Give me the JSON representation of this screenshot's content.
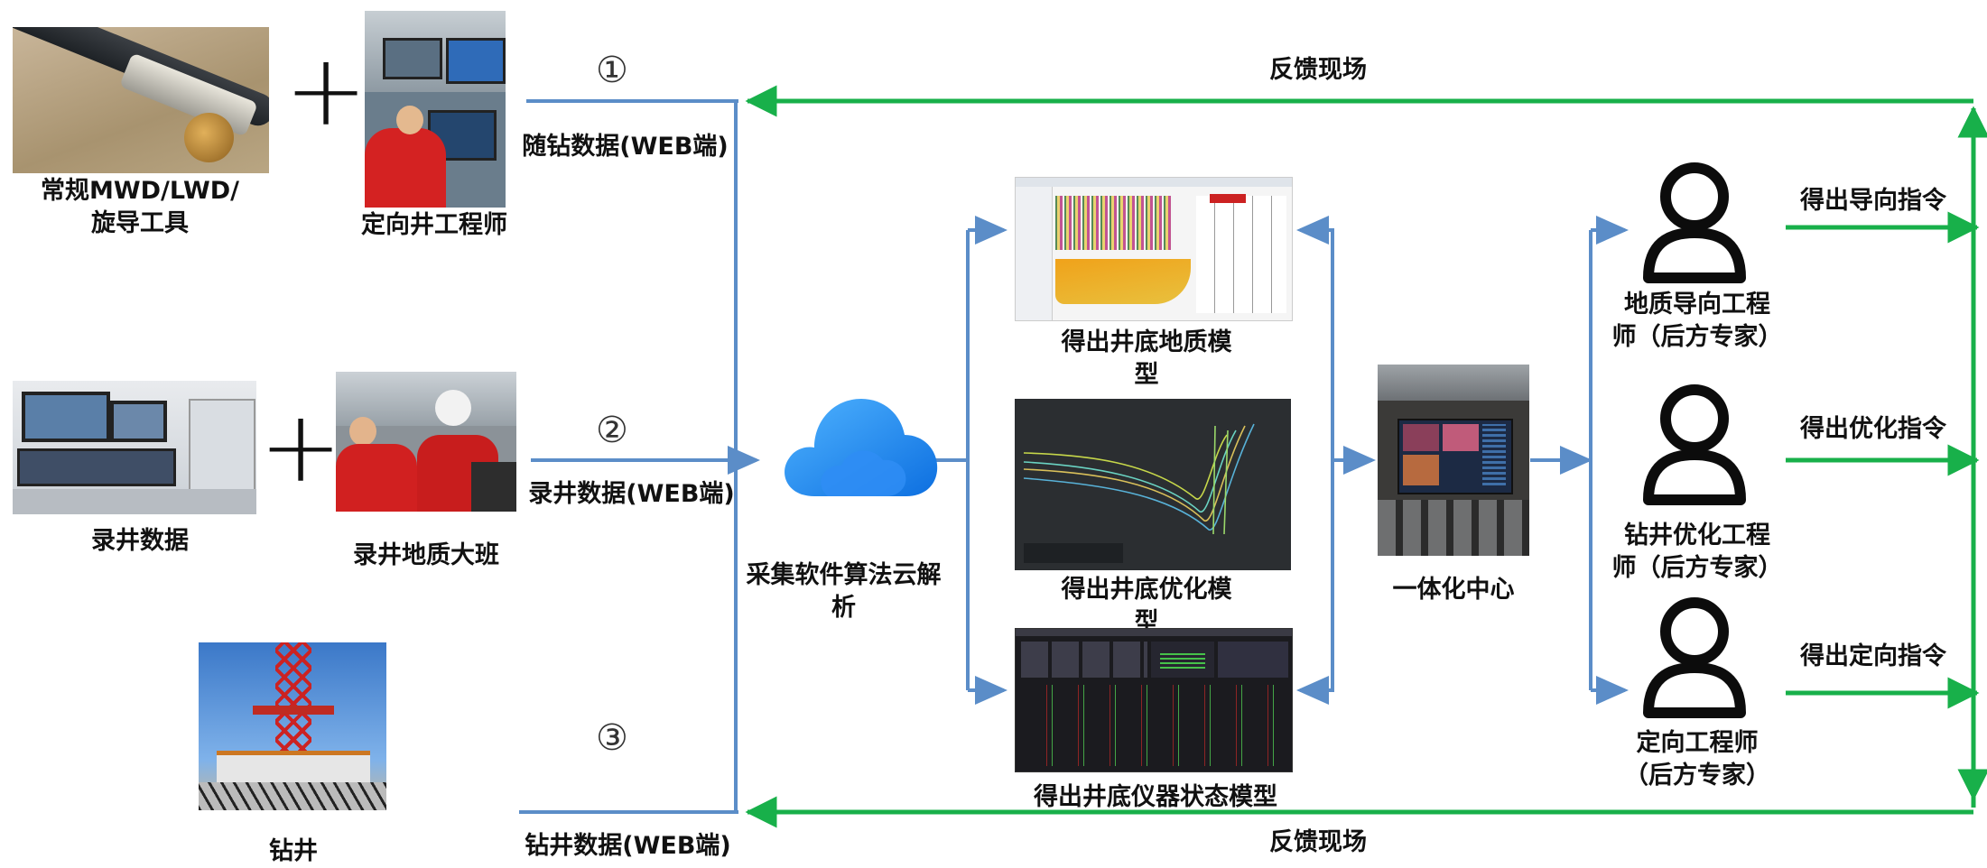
{
  "labels": {
    "mwd_tool": "常规MWD/LWD/\n旋导工具",
    "directional_well_engineer": "定向井工程师",
    "logging_data": "录井数据",
    "logging_geology_team": "录井地质大班",
    "drilling": "钻井",
    "while_drilling_data": "随钻数据(WEB端)",
    "logging_web_data": "录井数据(WEB端)",
    "drilling_web_data": "钻井数据(WEB端)",
    "cloud_parsing": "采集软件算法云解\n析",
    "downhole_geology_model": "得出井底地质模\n型",
    "downhole_optimization_model": "得出井底优化模\n型",
    "downhole_instrument_model": "得出井底仪器状态模型",
    "integration_center": "一体化中心",
    "geosteering_engineer": "地质导向工程\n师（后方专家）",
    "drilling_optimization_engineer": "钻井优化工程\n师（后方专家）",
    "directional_engineer": "定向工程师\n（后方专家）",
    "steering_instruction": "得出导向指令",
    "optimization_instruction": "得出优化指令",
    "directional_instruction": "得出定向指令",
    "feedback_top": "反馈现场",
    "feedback_bottom": "反馈现场"
  },
  "markers": {
    "one": "①",
    "two": "②",
    "three": "③",
    "plus": "+"
  },
  "colors": {
    "blue_line": "#5b8dc8",
    "green_line": "#18b04a",
    "person": "#0c0c0c",
    "cloud": "#1f8cf0"
  }
}
